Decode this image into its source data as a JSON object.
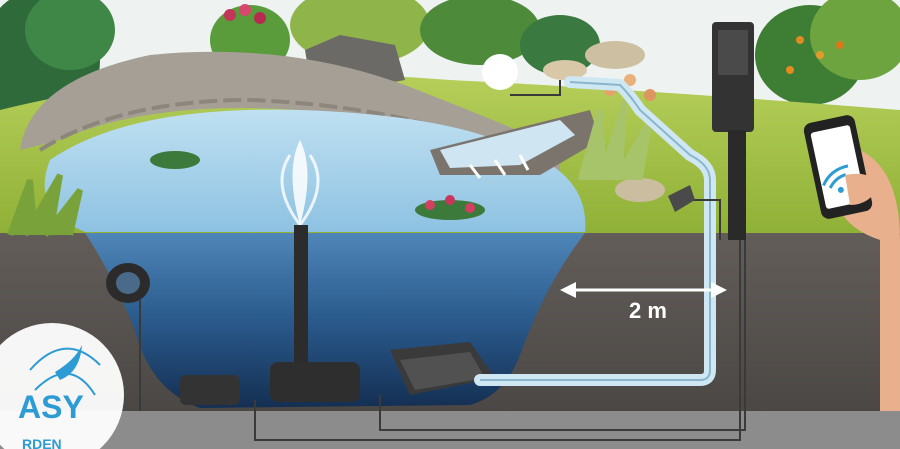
{
  "illustration": {
    "distance_label": "2 m"
  },
  "logo": {
    "text_visible": "ASY",
    "text_cut": "RDEN"
  },
  "colors": {
    "sky": "#eef3f1",
    "lawn": "#9fbf3a",
    "pond_surface": "#a9d2ea",
    "pond_deep": "#1a3f6a",
    "soil": "#5b5652",
    "hose": "#cfe7f3",
    "bottom_bar": "#8c8c8c",
    "logo_accent": "#2d9bd4"
  }
}
